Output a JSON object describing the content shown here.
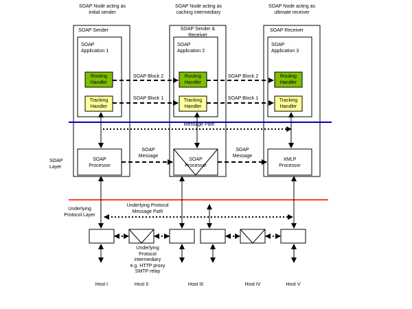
{
  "colors": {
    "handler_green": "#7fbf00",
    "handler_yellow": "#ffff99",
    "soap_layer_line": "#0000c0",
    "protocol_layer_line": "#ff4020"
  },
  "nodes": [
    {
      "role": "SOAP Node acting as\ninitial sender",
      "box_title": "SOAP Sender",
      "app": "SOAP\nApplication 1",
      "routing": "Routing\nHandler",
      "tracking": "Tracking\nHandler",
      "processor": "SOAP\nProcessor"
    },
    {
      "role": "SOAP Node acting as\ncaching intermediary",
      "box_title": "SOAP Sender &\nReceiver",
      "app": "SOAP\nApplication 2",
      "routing": "Routing\nHandler",
      "tracking": "Tracking\nHandler",
      "processor": "SOAP\nProcessor"
    },
    {
      "role": "SOAP Node acting as\nultimate receiver",
      "box_title": "SOAP Receiver",
      "app": "SOAP\nApplication 3",
      "routing": "Routing\nHandler",
      "tracking": "Tracking\nHandler",
      "processor": "XMLP\nProcessor"
    }
  ],
  "blocks": {
    "block2": "SOAP Block 2",
    "block1": "SOAP Block 1"
  },
  "message_path": "Message Path",
  "soap_message": "SOAP\nMessage",
  "soap_layer": "SOAP\nLayer",
  "underlying_layer": "Underlying\nProtocol Layer",
  "underlying_path": "Underlying Protocol\nMessage Path",
  "intermediary_note": "Underlying\nProtocol\nintermediary\ne.g. HTTP proxy\nSMTP relay",
  "hosts": [
    "Host I",
    "Host II",
    "Host III",
    "Host IV",
    "Host V"
  ]
}
